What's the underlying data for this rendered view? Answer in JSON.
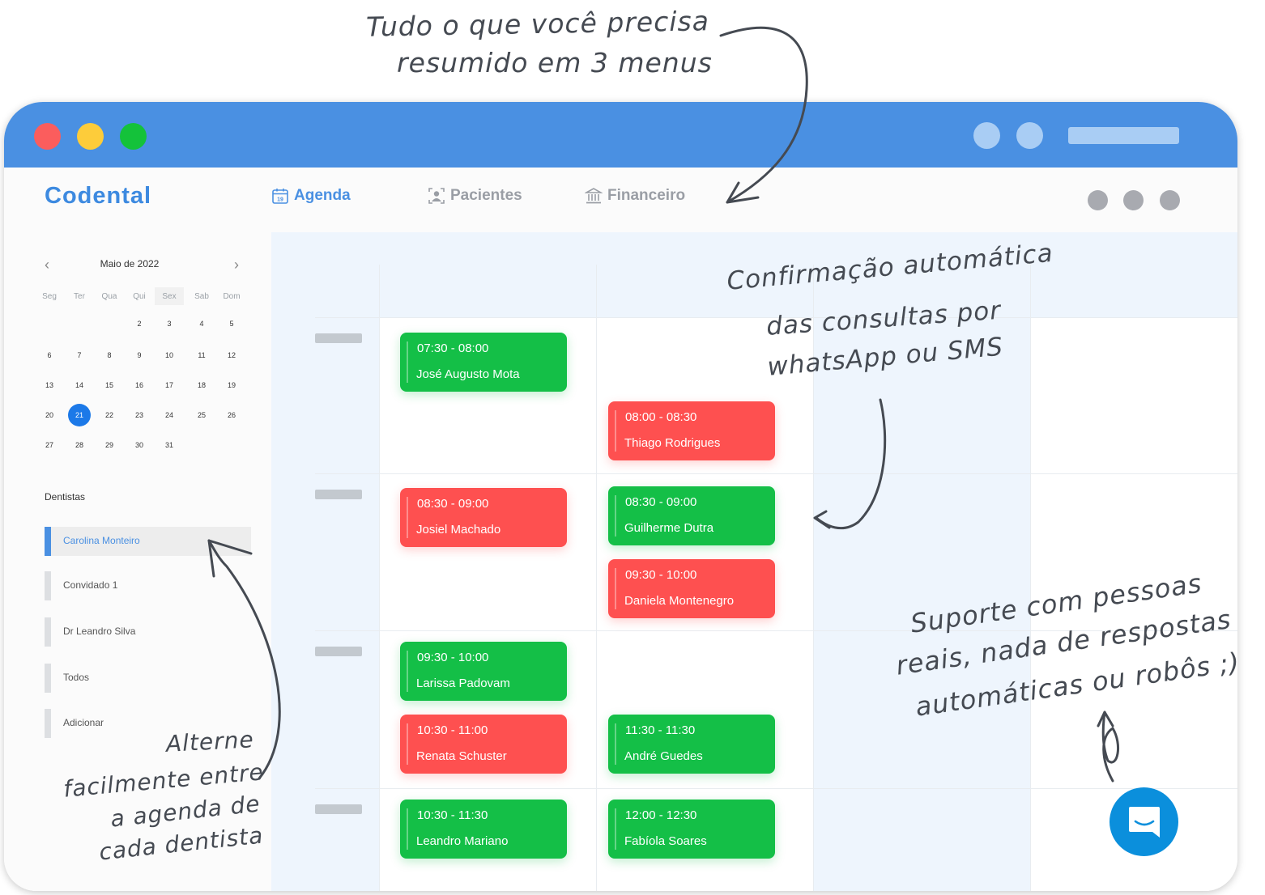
{
  "annotations": {
    "top_line1": "Tudo o que você precisa",
    "top_line2": "resumido em 3 menus",
    "confirm_line1": "Confirmação automática",
    "confirm_line2": "das consultas por",
    "confirm_line3": "whatsApp ou SMS",
    "support_line1": "Suporte com pessoas",
    "support_line2": "reais, nada de respostas",
    "support_line3": "automáticas ou robôs ;)",
    "alterne_line1": "Alterne",
    "alterne_line2": "facilmente entre",
    "alterne_line3": "a agenda de",
    "alterne_line4": "cada dentista"
  },
  "window": {
    "buttons": {
      "close_color": "#fb5d5d",
      "minimize_color": "#fdcc3a",
      "maximize_color": "#14c23a"
    },
    "titlebar_color": "#4a90e2"
  },
  "navbar": {
    "logo": "Codental",
    "items": [
      {
        "label": "Agenda",
        "icon": "calendar-icon",
        "active": true
      },
      {
        "label": "Pacientes",
        "icon": "patient-icon",
        "active": false
      },
      {
        "label": "Financeiro",
        "icon": "bank-icon",
        "active": false
      }
    ]
  },
  "mini_calendar": {
    "month": "Maio de 2022",
    "weekdays": [
      "Seg",
      "Ter",
      "Qua",
      "Qui",
      "Sex",
      "Sab",
      "Dom"
    ],
    "weeks": [
      [
        "",
        "",
        "",
        "2",
        "3",
        "4",
        "5"
      ],
      [
        "6",
        "7",
        "8",
        "9",
        "10",
        "11",
        "12"
      ],
      [
        "13",
        "14",
        "15",
        "16",
        "17",
        "18",
        "19"
      ],
      [
        "20",
        "21",
        "22",
        "23",
        "24",
        "25",
        "26"
      ],
      [
        "27",
        "28",
        "29",
        "30",
        "31",
        "",
        ""
      ]
    ],
    "selected_day": "21"
  },
  "dentists": {
    "title": "Dentistas",
    "items": [
      "Carolina Monteiro",
      "Convidado 1",
      "Dr Leandro Silva",
      "Todos",
      "Adicionar"
    ],
    "active": "Carolina Monteiro"
  },
  "appointments": [
    {
      "time": "07:30 - 08:00",
      "name": "José Augusto Mota",
      "status": "confirmed",
      "color": "#14bf47"
    },
    {
      "time": "08:00 - 08:30",
      "name": "Thiago Rodrigues",
      "status": "unconfirmed",
      "color": "#fe5050"
    },
    {
      "time": "08:30 - 09:00",
      "name": "Josiel Machado",
      "status": "unconfirmed",
      "color": "#fe5050"
    },
    {
      "time": "08:30 - 09:00",
      "name": "Guilherme Dutra",
      "status": "confirmed",
      "color": "#14bf47"
    },
    {
      "time": "09:30 - 10:00",
      "name": "Daniela Montenegro",
      "status": "unconfirmed",
      "color": "#fe5050"
    },
    {
      "time": "09:30 - 10:00",
      "name": "Larissa Padovam",
      "status": "confirmed",
      "color": "#14bf47"
    },
    {
      "time": "10:30 - 11:00",
      "name": "Renata Schuster",
      "status": "unconfirmed",
      "color": "#fe5050"
    },
    {
      "time": "11:30 - 11:30",
      "name": "André Guedes",
      "status": "confirmed",
      "color": "#14bf47"
    },
    {
      "time": "10:30 - 11:30",
      "name": "Leandro Mariano",
      "status": "confirmed",
      "color": "#14bf47"
    },
    {
      "time": "12:00 - 12:30",
      "name": "Fabíola Soares",
      "status": "confirmed",
      "color": "#14bf47"
    }
  ],
  "chat": {
    "icon": "chat-bubble-icon",
    "color": "#0b8fdc"
  }
}
